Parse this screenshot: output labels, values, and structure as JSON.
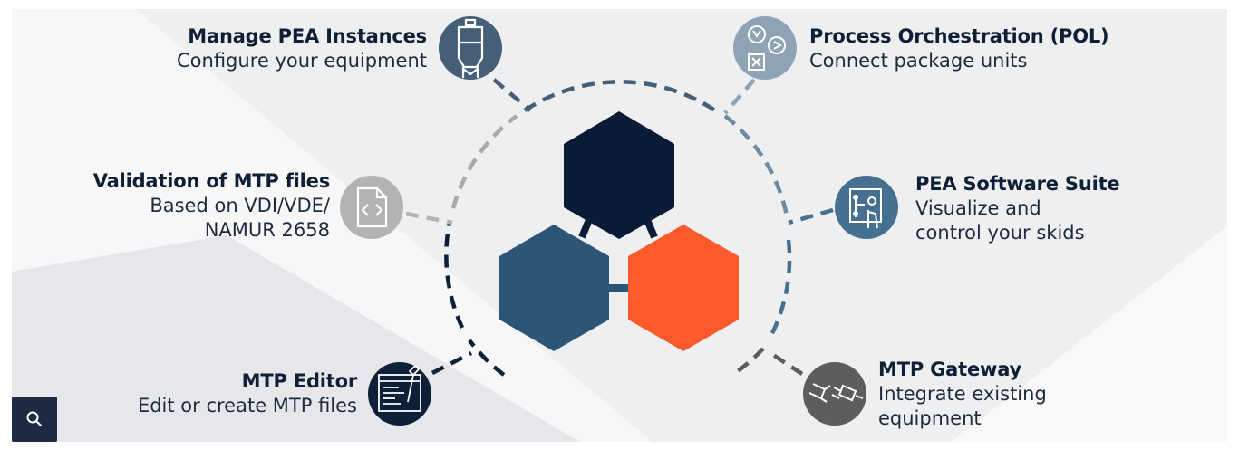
{
  "features": {
    "manage_pea": {
      "title": "Manage PEA Instances",
      "lines": [
        "Configure your equipment"
      ],
      "icon": "tank-icon",
      "color": "#465f79"
    },
    "validation": {
      "title": "Validation of MTP files",
      "lines": [
        "Based on VDI/VDE/",
        "NAMUR 2658"
      ],
      "icon": "code-file-icon",
      "color": "#b3b3b3"
    },
    "mtp_editor": {
      "title": "MTP Editor",
      "lines": [
        "Edit or create MTP files"
      ],
      "icon": "editor-icon",
      "color": "#0e1f38"
    },
    "process_orchestration": {
      "title": "Process Orchestration (POL)",
      "lines": [
        "Connect package units"
      ],
      "icon": "process-symbols-icon",
      "color": "#8fa3b5"
    },
    "pea_software": {
      "title": "PEA Software Suite",
      "lines": [
        "Visualize and",
        "control your skids"
      ],
      "icon": "touch-panel-icon",
      "color": "#46708f"
    },
    "mtp_gateway": {
      "title": "MTP Gateway",
      "lines": [
        "Integrate existing",
        "equipment"
      ],
      "icon": "plug-icon",
      "color": "#5d5d5d"
    }
  },
  "hexagons": {
    "top": "#0c1b35",
    "left": "#2d5575",
    "right": "#fa5a2c"
  },
  "search": {
    "icon": "search-icon",
    "aria": "Search"
  }
}
